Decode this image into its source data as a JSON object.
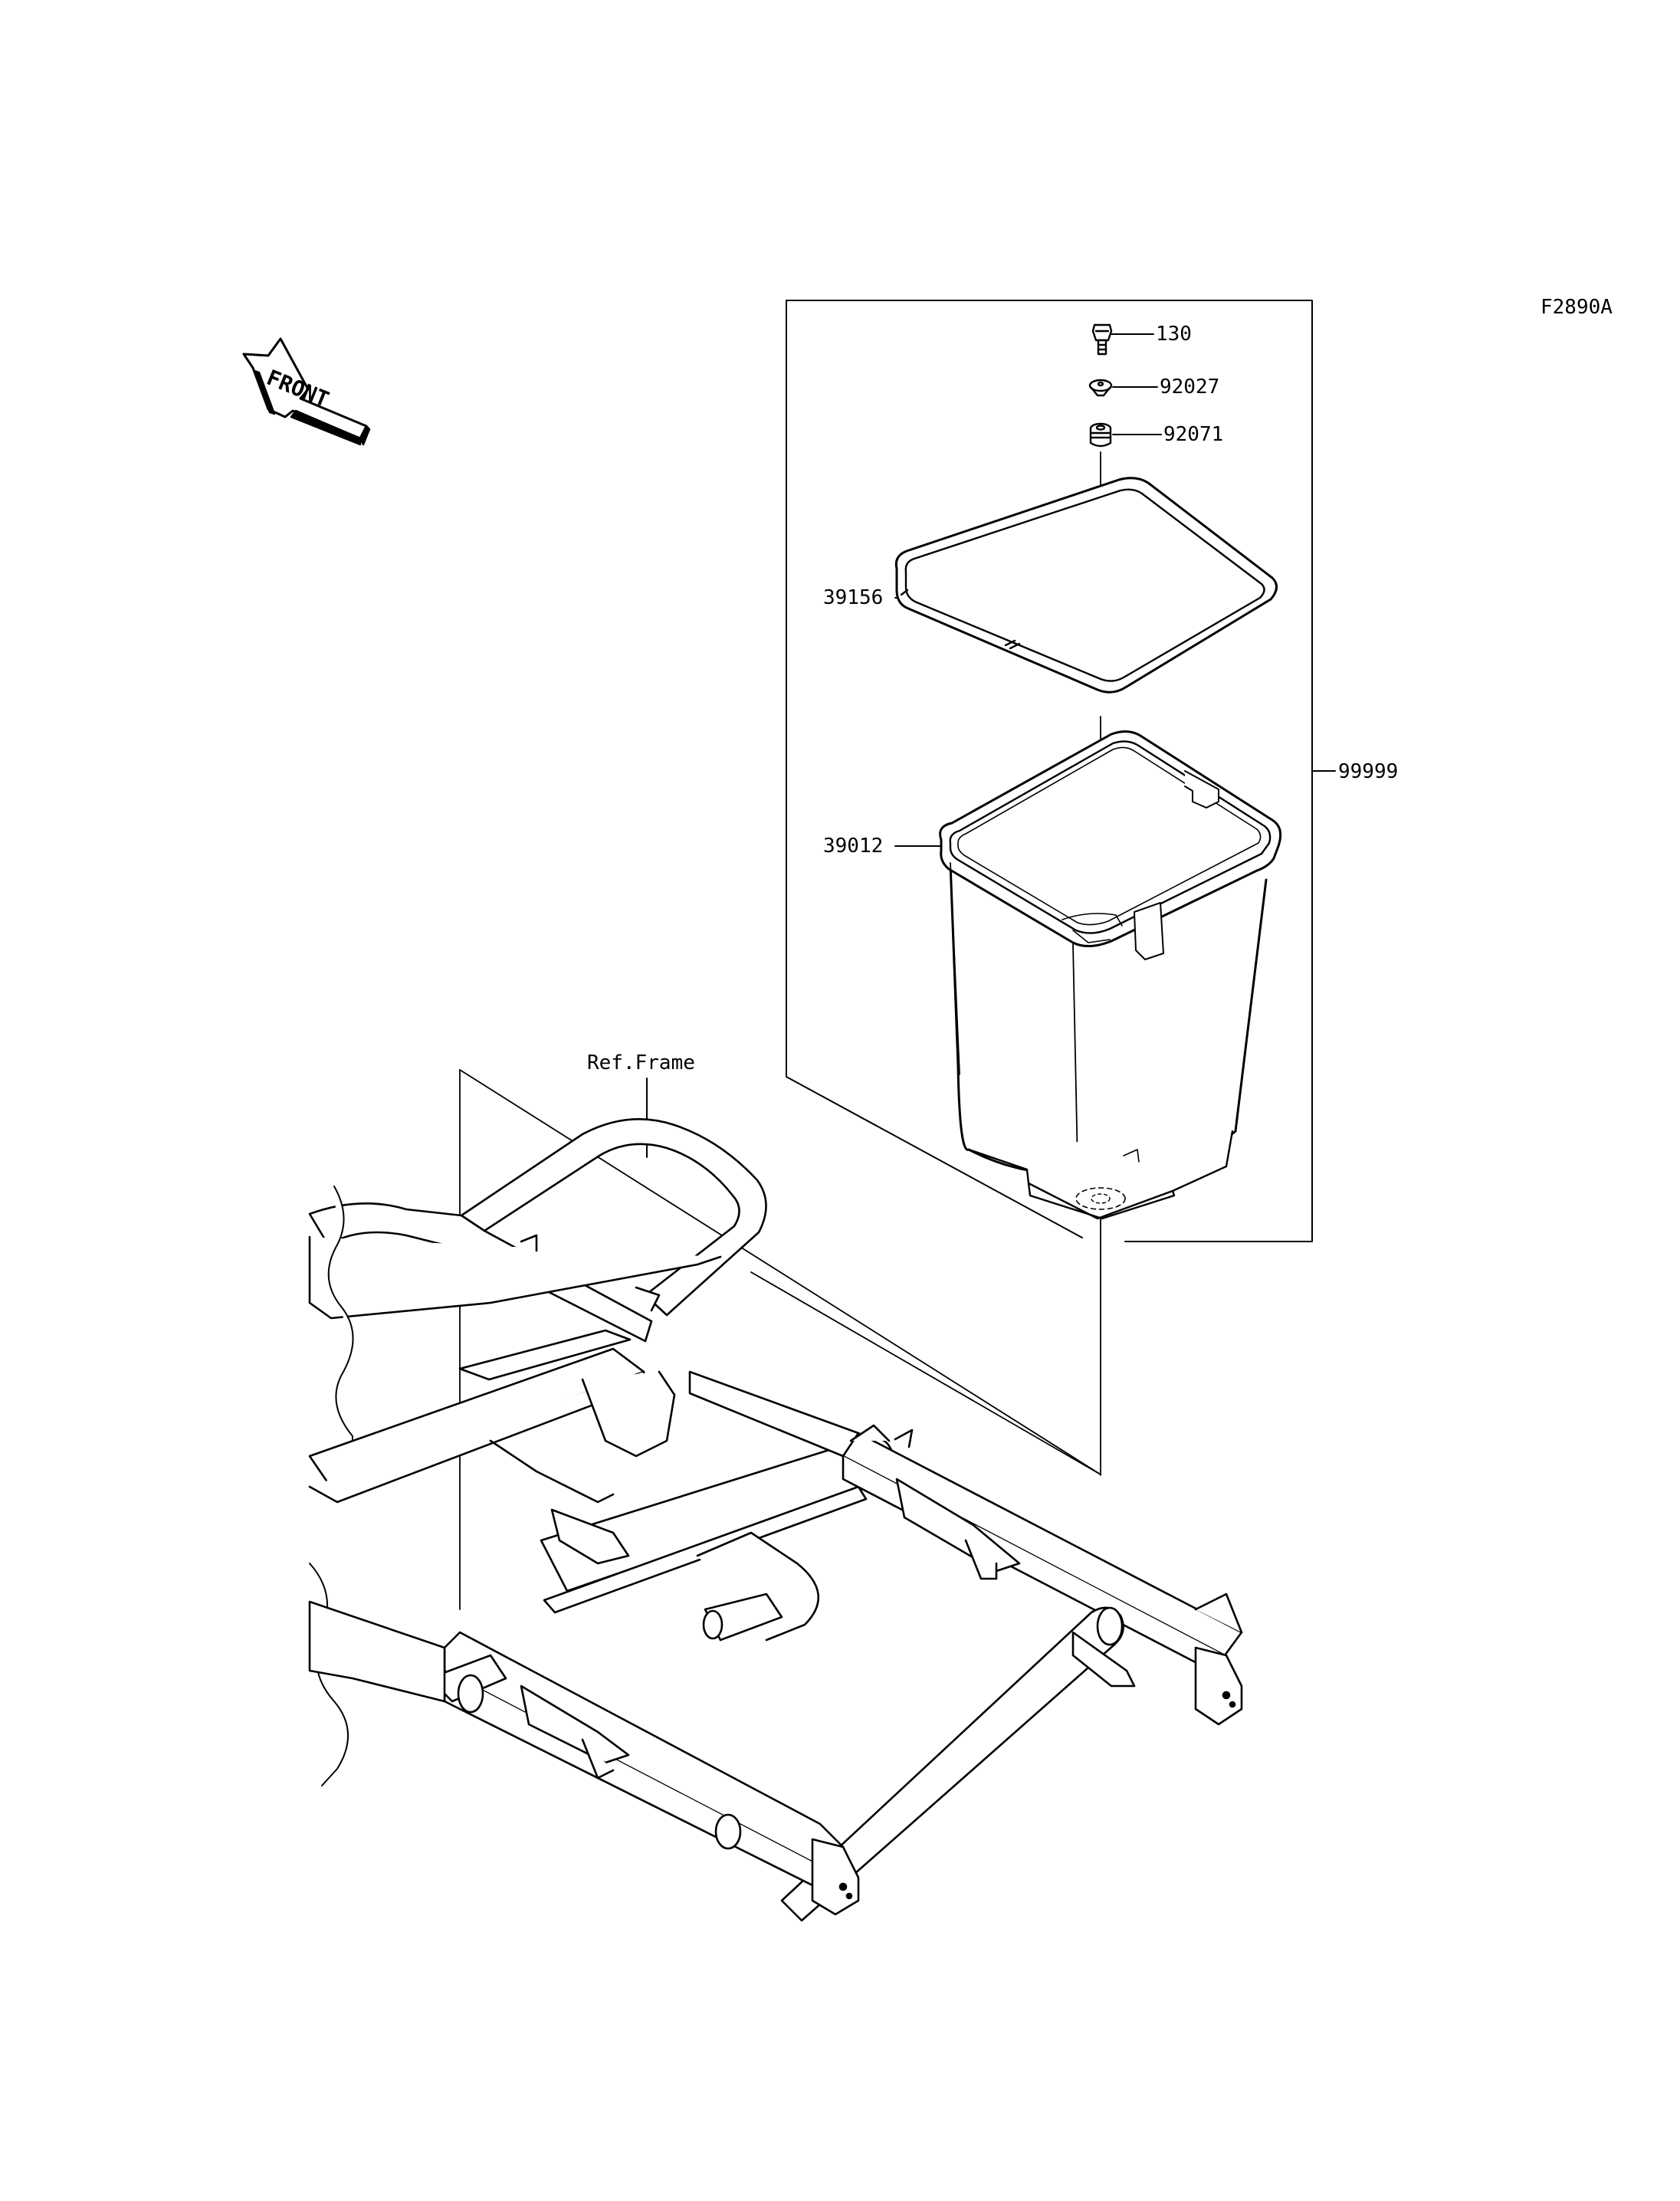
{
  "diagram_id": "F2890A",
  "front_arrow": {
    "text": "FRONT",
    "icon": "front-direction-arrow-icon"
  },
  "reference": {
    "frame": "Ref.Frame"
  },
  "callouts": [
    {
      "part_no": "130"
    },
    {
      "part_no": "92027"
    },
    {
      "part_no": "92071"
    },
    {
      "part_no": "39156"
    },
    {
      "part_no": "39012"
    },
    {
      "part_no": "99999"
    }
  ]
}
